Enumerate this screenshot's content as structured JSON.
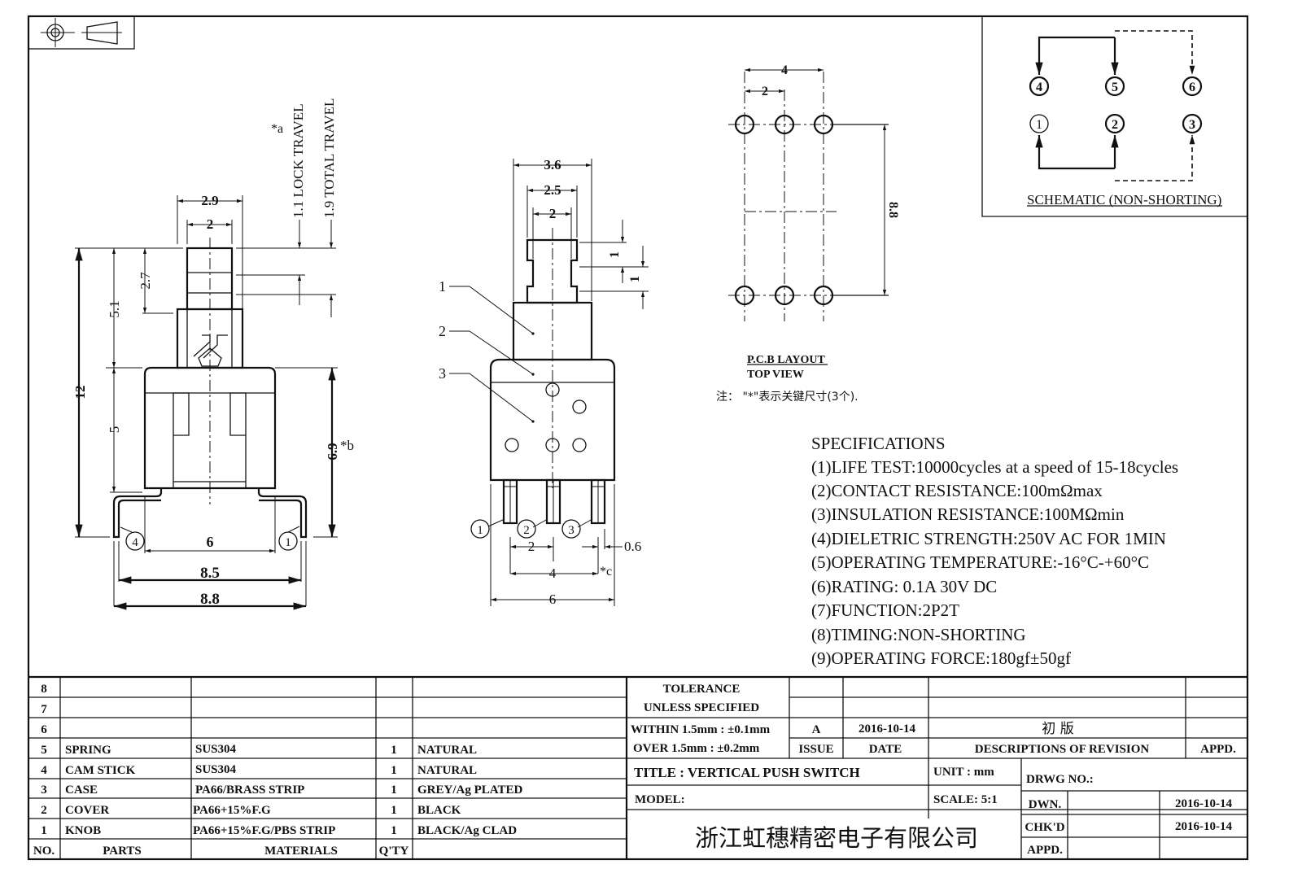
{
  "drawing": {
    "side_view": {
      "travel_notes": [
        "*a",
        "1.1 LOCK TRAVEL",
        "1.9 TOTAL TRAVEL"
      ],
      "dims": {
        "w_2_9": "2.9",
        "w_2": "2",
        "h_2_7": "2.7",
        "h_5_1": "5.1",
        "h_12": "12",
        "h_5": "5",
        "h_6_9": "6.9",
        "b_note": "*b",
        "w_6": "6",
        "w_8_5": "8.5",
        "w_8_8": "8.8"
      },
      "pins": [
        "4",
        "1"
      ]
    },
    "front_view": {
      "dims": {
        "w_3_6": "3.6",
        "w_2_5": "2.5",
        "w_2": "2",
        "h_1a": "1",
        "h_1b": "1",
        "p_2": "2",
        "p_4": "4",
        "p_0_6": "0.6",
        "c_note": "*c",
        "w_6": "6"
      },
      "callouts": [
        "1",
        "2",
        "3"
      ],
      "pins": [
        "1",
        "2",
        "3"
      ]
    },
    "pcb_layout": {
      "dims": {
        "w_4": "4",
        "w_2": "2",
        "h_8_8": "8.8"
      },
      "title": "P.C.B LAYOUT",
      "subtitle": "TOP VIEW",
      "note": "注：  \"*\"表示关键尺寸(3个)."
    },
    "schematic": {
      "top_pins": [
        "4",
        "5",
        "6"
      ],
      "bottom_pins": [
        "1",
        "2",
        "3"
      ],
      "caption": "SCHEMATIC (NON-SHORTING)"
    }
  },
  "specifications": {
    "heading": "SPECIFICATIONS",
    "items": [
      "(1)LIFE TEST:10000cycles at a speed of 15-18cycles",
      "(2)CONTACT RESISTANCE:100mΩmax",
      "(3)INSULATION RESISTANCE:100MΩmin",
      "(4)DIELETRIC STRENGTH:250V AC FOR 1MIN",
      "(5)OPERATING TEMPERATURE:-16°C-+60°C",
      "(6)RATING: 0.1A 30V DC",
      "(7)FUNCTION:2P2T",
      "(8)TIMING:NON-SHORTING",
      "(9)OPERATING FORCE:180gf±50gf"
    ]
  },
  "bom": {
    "headers": {
      "no": "NO.",
      "parts": "PARTS",
      "materials": "MATERIALS",
      "qty": "Q'TY",
      "finish": ""
    },
    "rows": [
      {
        "no": "8",
        "part": "",
        "material": "",
        "qty": "",
        "finish": ""
      },
      {
        "no": "7",
        "part": "",
        "material": "",
        "qty": "",
        "finish": ""
      },
      {
        "no": "6",
        "part": "",
        "material": "",
        "qty": "",
        "finish": ""
      },
      {
        "no": "5",
        "part": "SPRING",
        "material": "SUS304",
        "qty": "1",
        "finish": "NATURAL"
      },
      {
        "no": "4",
        "part": "CAM STICK",
        "material": "SUS304",
        "qty": "1",
        "finish": "NATURAL"
      },
      {
        "no": "3",
        "part": "CASE",
        "material": "PA66/BRASS STRIP",
        "qty": "1",
        "finish": "GREY/Ag PLATED"
      },
      {
        "no": "2",
        "part": "COVER",
        "material": "PA66+15%F.G",
        "qty": "1",
        "finish": "BLACK"
      },
      {
        "no": "1",
        "part": "KNOB",
        "material": "PA66+15%F.G/PBS STRIP",
        "qty": "1",
        "finish": "BLACK/Ag CLAD"
      }
    ]
  },
  "title_block": {
    "tolerance_l1": "TOLERANCE",
    "tolerance_l2": "UNLESS  SPECIFIED",
    "within": "WITHIN 1.5mm : ±0.1mm",
    "over": "OVER 1.5mm : ±0.2mm",
    "issue_value": "A",
    "date_value": "2016-10-14",
    "revision_desc": "初  版",
    "issue_label": "ISSUE",
    "date_label": "DATE",
    "desc_label": "DESCRIPTIONS OF REVISION",
    "appd_label": "APPD.",
    "title": "TITLE :  VERTICAL PUSH SWITCH",
    "unit": "UNIT :  mm",
    "drwg_no": "DRWG NO.:",
    "model": "MODEL:",
    "scale": "SCALE:  5:1",
    "company": "浙江虹穗精密电子有限公司",
    "dwn_label": "DWN.",
    "dwn_date": "2016-10-14",
    "chkd_label": "CHK'D",
    "chkd_date": "2016-10-14",
    "appd2_label": "APPD.",
    "appd2_date": ""
  }
}
